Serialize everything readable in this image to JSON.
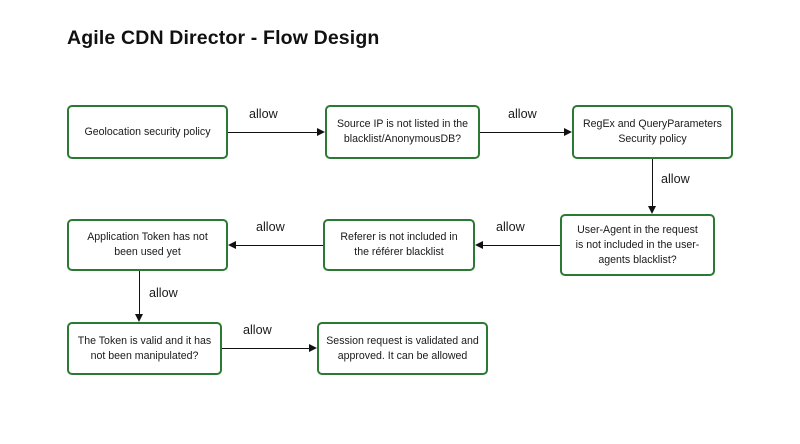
{
  "title": "Agile CDN Director - Flow Design",
  "theme": {
    "node_border_color": "#2b7a33",
    "node_fill_color": "#ffffff",
    "connector_color": "#111111",
    "text_color": "#1a1a1a",
    "background_color": "#ffffff"
  },
  "nodes": [
    {
      "id": "geolocation",
      "label": "Geolocation security policy"
    },
    {
      "id": "source_ip",
      "label": "Source IP is  not listed in the\nblacklist/AnonymousDB?"
    },
    {
      "id": "regex",
      "label": "RegEx and QueryParameters\nSecurity policy"
    },
    {
      "id": "user_agent",
      "label": "User-Agent in the request\nis not included in the user-\nagents blacklist?"
    },
    {
      "id": "referer",
      "label": "Referer is not included in\nthe référer blacklist"
    },
    {
      "id": "app_token",
      "label": "Application Token has not\nbeen used yet"
    },
    {
      "id": "token_valid",
      "label": "The Token is valid and it has\nnot been manipulated?"
    },
    {
      "id": "session_approved",
      "label": "Session request is validated and\napproved. It can be allowed"
    }
  ],
  "edges": [
    {
      "id": "geolocation_to_source_ip",
      "label": "allow",
      "direction": "right"
    },
    {
      "id": "source_ip_to_regex",
      "label": "allow",
      "direction": "right"
    },
    {
      "id": "regex_to_user_agent",
      "label": "allow",
      "direction": "down"
    },
    {
      "id": "user_agent_to_referer",
      "label": "allow",
      "direction": "left"
    },
    {
      "id": "referer_to_app_token",
      "label": "allow",
      "direction": "left"
    },
    {
      "id": "app_token_to_token_valid",
      "label": "allow",
      "direction": "down"
    },
    {
      "id": "token_valid_to_session",
      "label": "allow",
      "direction": "right"
    }
  ]
}
